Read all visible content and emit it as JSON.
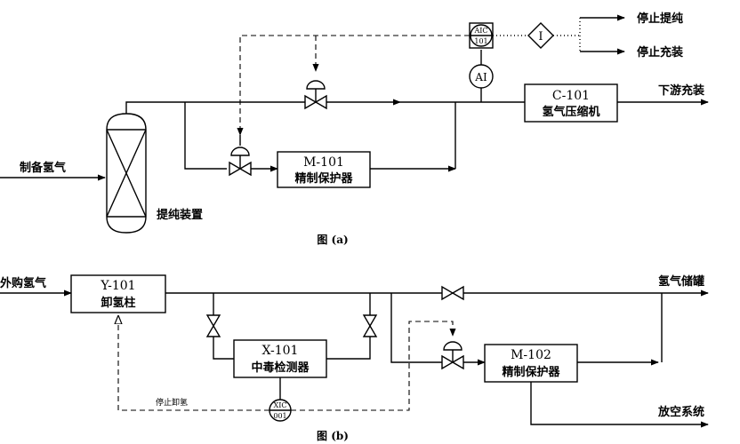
{
  "diagram_a": {
    "caption": "图 (a)",
    "inlet_label": "制备氢气",
    "purifier_label": "提纯装置",
    "protector": {
      "tag": "M-101",
      "name": "精制保护器"
    },
    "compressor": {
      "tag": "C-101",
      "name": "氢气压缩机"
    },
    "outlet_label": "下游充装",
    "controller": {
      "line1": "AIC",
      "line2": "101"
    },
    "analyzer": "AI",
    "interlock": "I",
    "interlock_out_1": "停止提纯",
    "interlock_out_2": "停止充装"
  },
  "diagram_b": {
    "caption": "图 (b)",
    "inlet_label": "外购氢气",
    "unloading_column": {
      "tag": "Y-101",
      "name": "卸氢柱"
    },
    "detector": {
      "tag": "X-101",
      "name": "中毒检测器"
    },
    "protector": {
      "tag": "M-102",
      "name": "精制保护器"
    },
    "controller": {
      "line1": "XIC",
      "line2": "001"
    },
    "stop_note": "停止卸氢",
    "outlet_storage": "氢气储罐",
    "outlet_vent": "放空系统"
  },
  "colors": {
    "line": "#000000",
    "background": "#ffffff"
  }
}
